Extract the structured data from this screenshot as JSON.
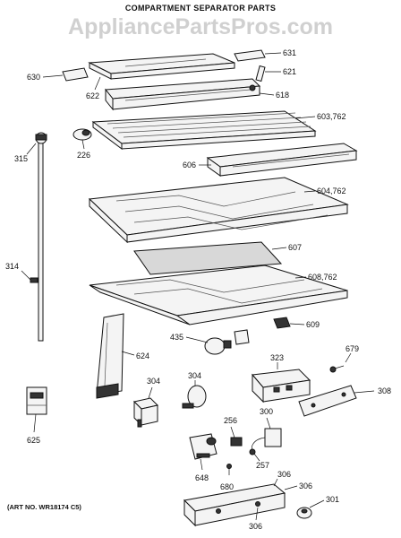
{
  "title": "COMPARTMENT SEPARATOR PARTS",
  "watermark": "AppliancePartsPros.com",
  "art_number": "(ART NO. WR18174 C5)",
  "callouts": {
    "p631": "631",
    "p630": "630",
    "p621": "621",
    "p622": "622",
    "p618": "618",
    "p603": "603,762",
    "p315": "315",
    "p226": "226",
    "p606": "606",
    "p604": "604,762",
    "p607": "607",
    "p314": "314",
    "p608": "608,762",
    "p609": "609",
    "p435": "435",
    "p624": "624",
    "p679": "679",
    "p323": "323",
    "p304a": "304",
    "p304b": "304",
    "p308": "308",
    "p625": "625",
    "p256": "256",
    "p300": "300",
    "p257": "257",
    "p648": "648",
    "p680": "680",
    "p306a": "306",
    "p306b": "306",
    "p306c": "306",
    "p301": "301"
  }
}
